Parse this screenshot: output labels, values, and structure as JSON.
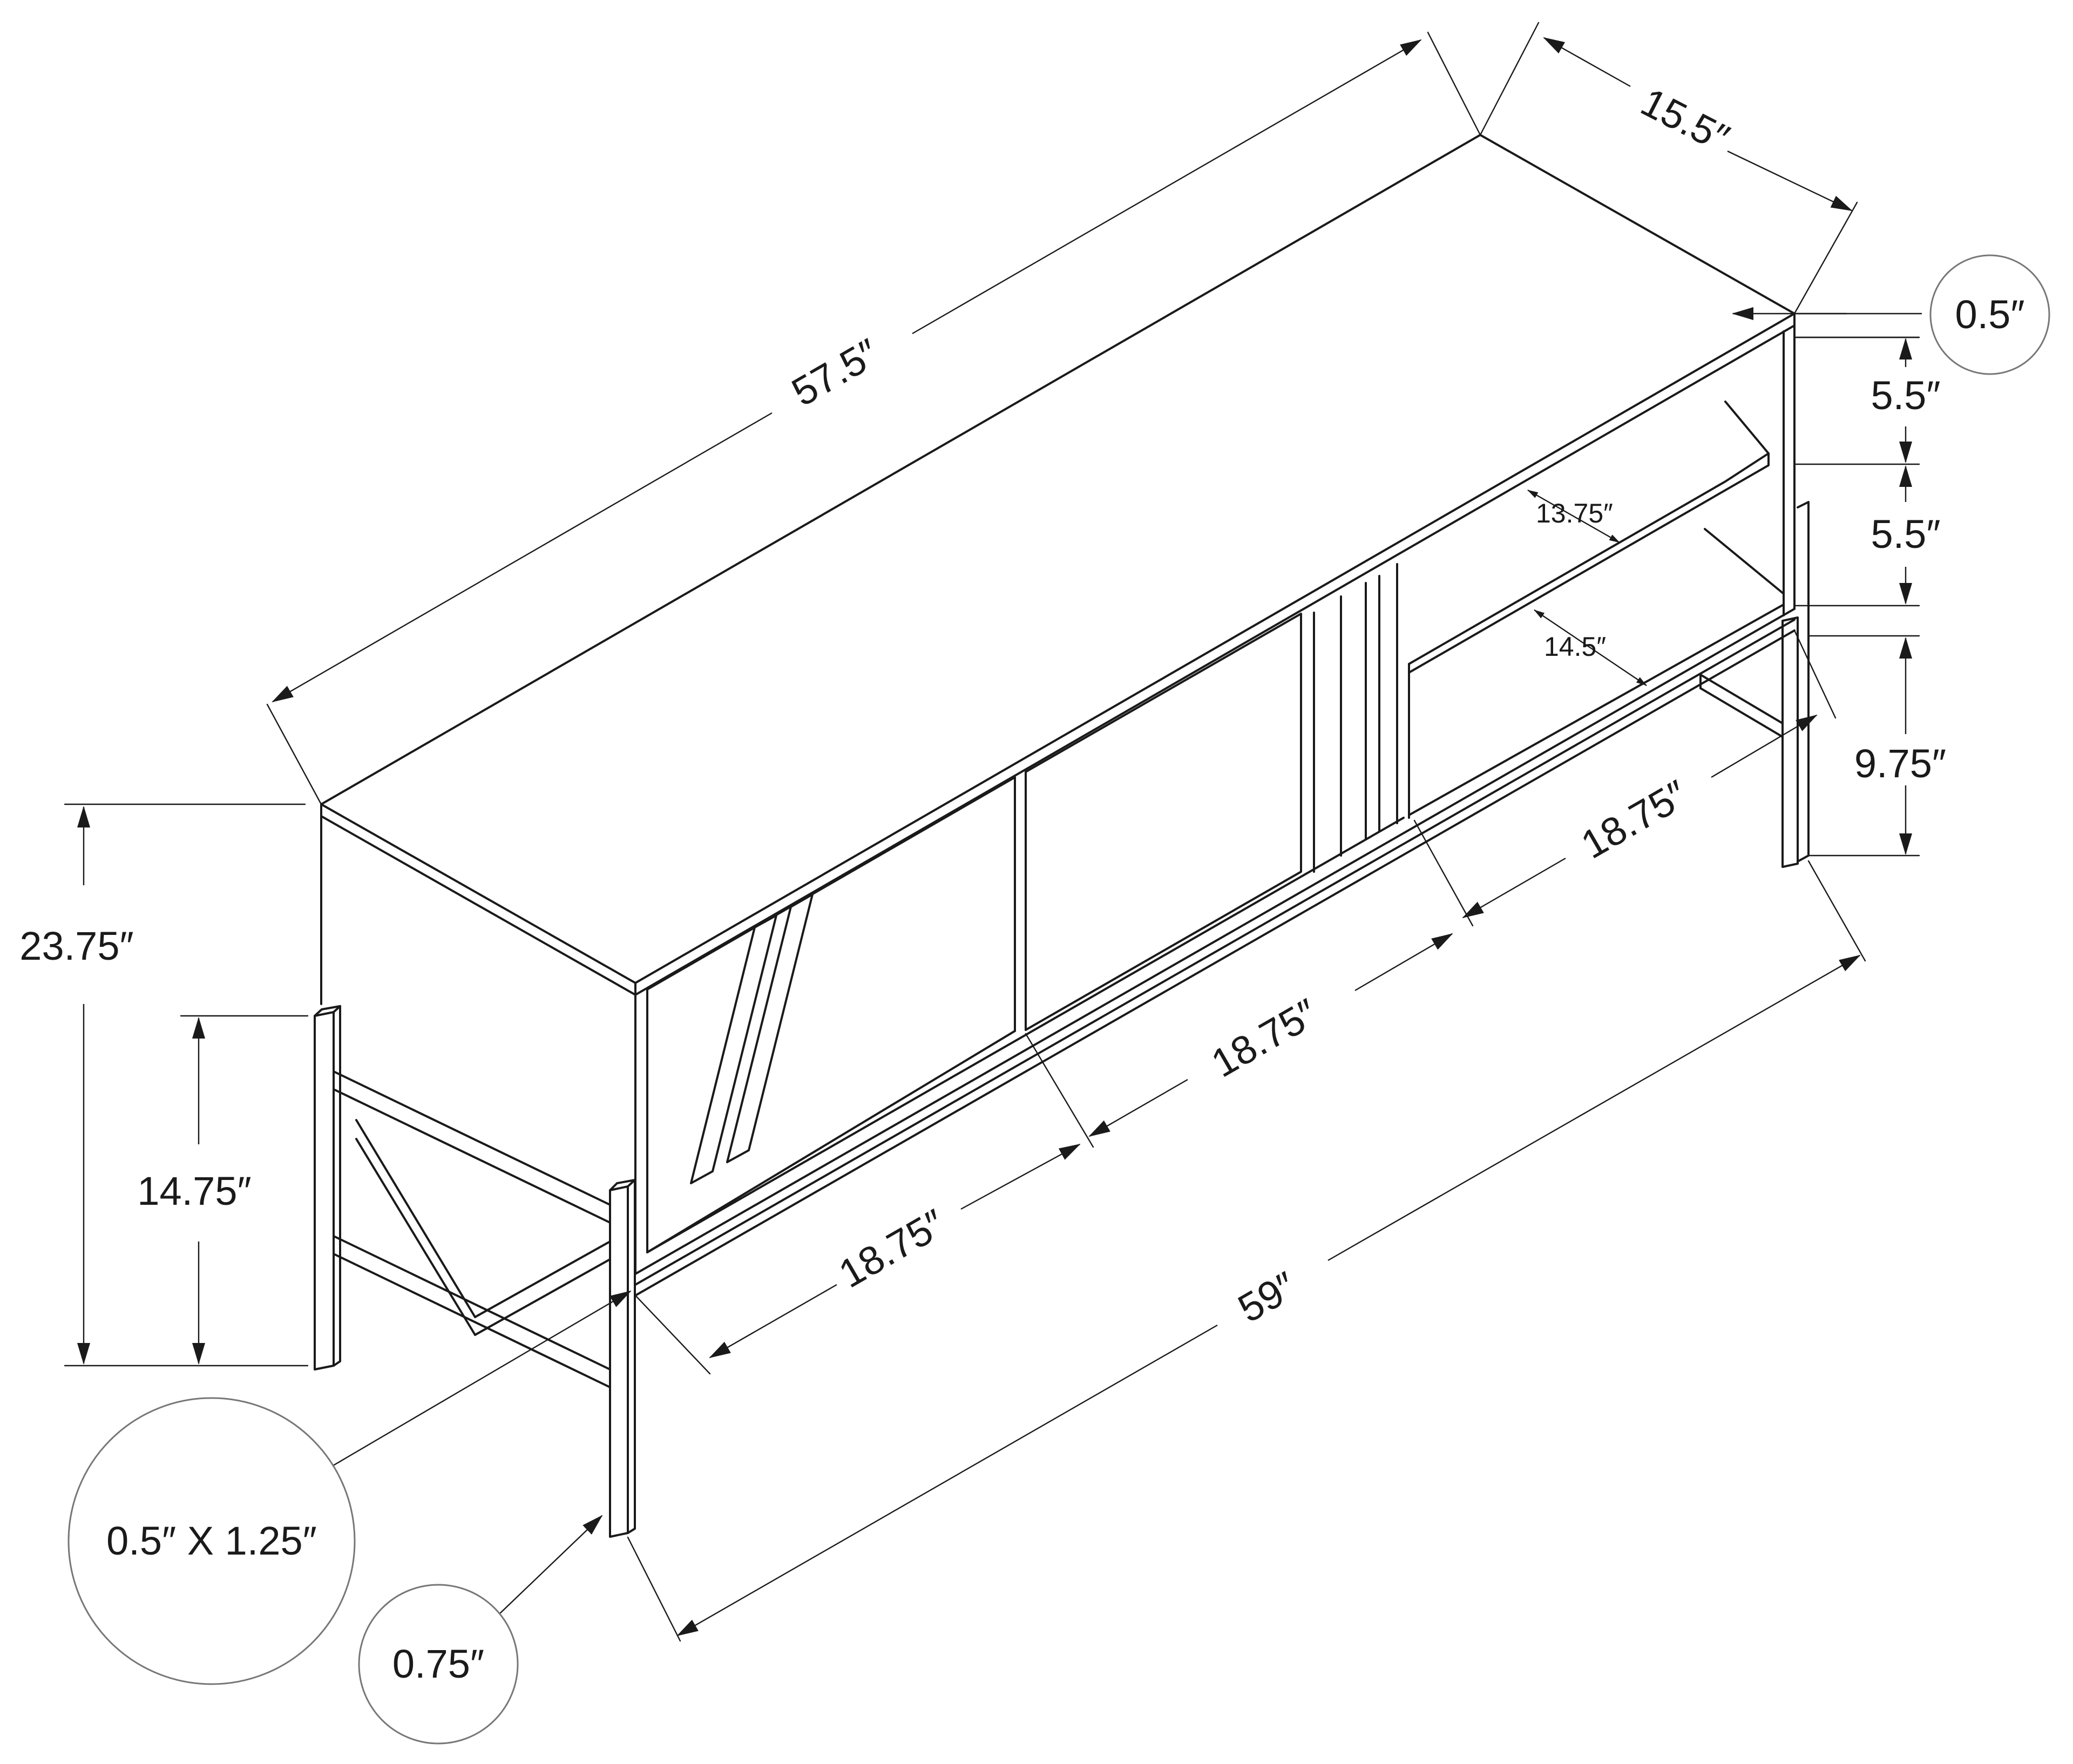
{
  "labels": {
    "top_length": "57.5″",
    "top_depth": "15.5″",
    "top_thickness": "0.5″",
    "shelf_gap_upper": "5.5″",
    "shelf_gap_lower": "5.5″",
    "shelf_depth_upper": "13.75″",
    "shelf_depth_lower": "14.5″",
    "leg_clearance": "9.75″",
    "total_height": "23.75″",
    "leg_height": "14.75″",
    "door_width_left": "18.75″",
    "door_width_middle": "18.75″",
    "open_width_right": "18.75″",
    "frame_length": "59″",
    "leg_profile": "0.5″ X 1.25″",
    "leg_thickness": "0.75″"
  }
}
